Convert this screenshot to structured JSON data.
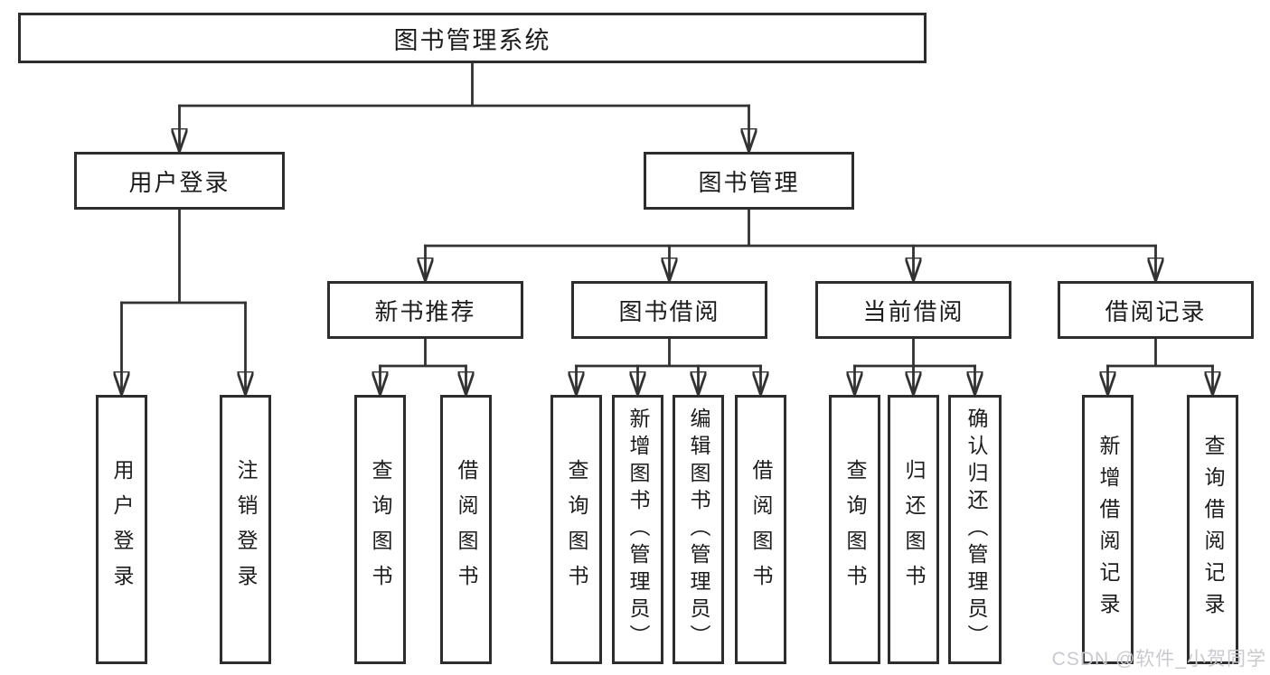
{
  "diagram": {
    "root": "图书管理系统",
    "branches": [
      {
        "label": "用户登录",
        "children": [
          "用户登录",
          "注销登录"
        ]
      },
      {
        "label": "图书管理",
        "groups": [
          {
            "label": "新书推荐",
            "children": [
              "查询图书",
              "借阅图书"
            ]
          },
          {
            "label": "图书借阅",
            "children": [
              "查询图书",
              "新增图书（管理员）",
              "编辑图书（管理员）",
              "借阅图书"
            ]
          },
          {
            "label": "当前借阅",
            "children": [
              "查询图书",
              "归还图书",
              "确认归还（管理员）"
            ]
          },
          {
            "label": "借阅记录",
            "children": [
              "新增借阅记录",
              "查询借阅记录"
            ]
          }
        ]
      }
    ]
  },
  "colors": {
    "line": "#323232",
    "border": "#2d2d2d",
    "text": "#1c1c1c",
    "watermark": "#c9c9cf"
  },
  "watermark": "CSDN @软件_小贺同学"
}
